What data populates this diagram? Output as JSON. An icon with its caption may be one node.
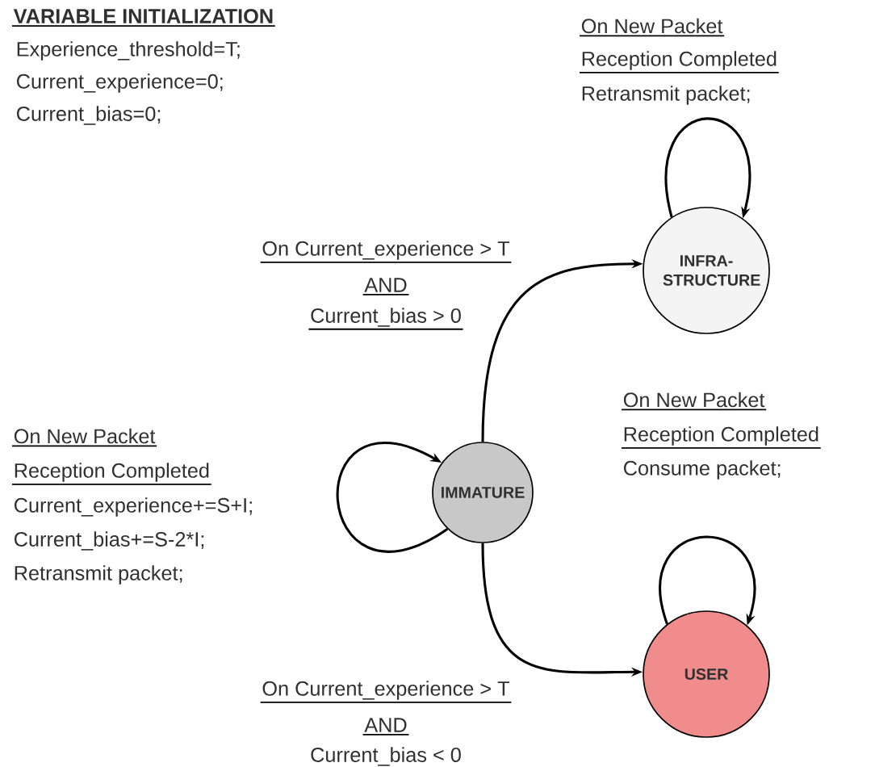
{
  "diagram": {
    "nodes": [
      {
        "text": [
          "INFRA-STRUCTURE"
        ]
      },
      {
        "text": [
          "IMMATURE"
        ]
      },
      {
        "text": [
          "USER"
        ]
      }
    ],
    "edges": [
      {
        "from": 0,
        "to": 0,
        "arrow": "to"
      },
      {
        "from": 1,
        "to": 1,
        "arrow": "to"
      },
      {
        "from": 2,
        "to": 2,
        "arrow": "to"
      },
      {
        "from": 1,
        "to": 0,
        "arrow": "to"
      },
      {
        "from": 1,
        "to": 2,
        "arrow": "to"
      }
    ],
    "labels": [
      "VARIABLE INITIALIZATION",
      "Experience_threshold=T;",
      "Current_experience=0;",
      "Current_bias=0;",
      "On New Packet",
      "Reception Completed",
      "Retransmit packet;",
      "On Current_experience > T",
      "AND",
      "Current_bias > 0",
      "On New Packet",
      "Reception Completed",
      "Consume packet;",
      "On New Packet",
      "Reception Completed",
      "Current_experience+=S+I;",
      "Current_bias+=S-2*I;",
      "Retransmit packet;",
      "On Current_experience > T",
      "AND",
      "Current_bias < 0"
    ]
  }
}
